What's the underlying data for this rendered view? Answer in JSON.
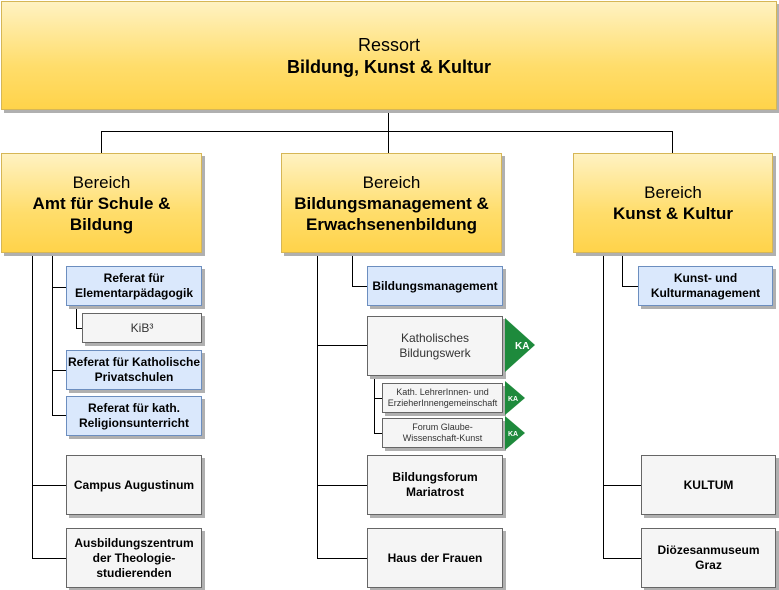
{
  "ressort": {
    "line1": "Ressort",
    "line2": "Bildung, Kunst & Kultur"
  },
  "bereiche": [
    {
      "line1": "Bereich",
      "line2": "Amt für Schule &",
      "line3": "Bildung"
    },
    {
      "line1": "Bereich",
      "line2": "Bildungsmanagement &",
      "line3": "Erwachsenenbildung"
    },
    {
      "line1": "Bereich",
      "line2": "Kunst & Kultur"
    }
  ],
  "col1": {
    "elementar": {
      "line1": "Referat für",
      "line2": "Elementarpädagogik"
    },
    "kib": "KiB³",
    "privat": {
      "line1": "Referat für Katholische",
      "line2": "Privatschulen"
    },
    "religion": {
      "line1": "Referat für kath.",
      "line2": "Religionsunterricht"
    },
    "campus": "Campus Augustinum",
    "ausbildung": {
      "line1": "Ausbildungszentrum",
      "line2": "der Theologie-",
      "line3": "studierenden"
    }
  },
  "col2": {
    "bildungsmanagement": "Bildungsmanagement",
    "kbw": {
      "line1": "Katholisches",
      "line2": "Bildungswerk"
    },
    "lehrer": {
      "line1": "Kath. LehrerInnen- und",
      "line2": "ErzieherInnengemeinschaft"
    },
    "forum": {
      "line1": "Forum Glaube-",
      "line2": "Wissenschaft-Kunst"
    },
    "mariatrost": {
      "line1": "Bildungsforum",
      "line2": "Mariatrost"
    },
    "frauen": "Haus der Frauen"
  },
  "col3": {
    "kunstmgmt": {
      "line1": "Kunst- und",
      "line2": "Kulturmanagement"
    },
    "kultum": "KULTUM",
    "museum": {
      "line1": "Diözesanmuseum",
      "line2": "Graz"
    }
  },
  "ka_logo": {
    "text": "KA",
    "color": "#1e8a3c"
  }
}
